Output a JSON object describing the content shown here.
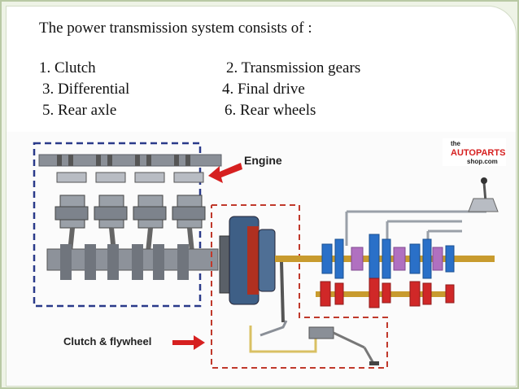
{
  "slide": {
    "title": "The power transmission system consists of :",
    "items": [
      "1. Clutch",
      "2. Transmission gears",
      "3. Differential",
      "4. Final drive",
      "5. Rear axle",
      "6. Rear wheels"
    ]
  },
  "diagram": {
    "engine_label": "Engine",
    "clutch_label": "Clutch & flywheel",
    "logo": {
      "line1": "the",
      "line2": "AUTOPARTS",
      "line3": "shop.com"
    }
  },
  "colors": {
    "engine_box": "#2a3a8a",
    "clutch_box": "#c0392b",
    "arrow": "#d62020",
    "gear_blue": "#2a70c8",
    "gear_red": "#d02828",
    "gear_purple": "#b070c0",
    "shaft_gold": "#c89b2e"
  }
}
